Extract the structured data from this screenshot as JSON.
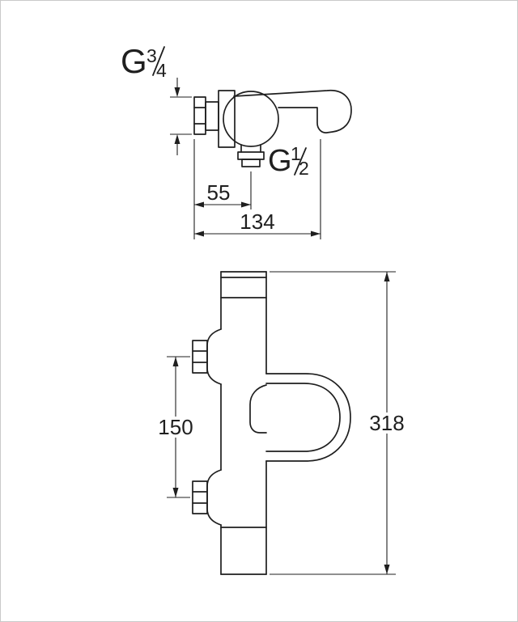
{
  "theme": {
    "background": "#ffffff",
    "line_color": "#1f1f1f",
    "text_color": "#1f1f1f"
  },
  "drawing": {
    "labels": {
      "thread_top": {
        "prefix": "G",
        "numerator": "3",
        "denominator": "4"
      },
      "thread_outlet": {
        "prefix": "G",
        "numerator": "1",
        "denominator": "2"
      }
    },
    "dimensions": {
      "outlet_offset": "55",
      "projection": "134",
      "connection_spacing": "150",
      "overall_height": "318"
    }
  }
}
